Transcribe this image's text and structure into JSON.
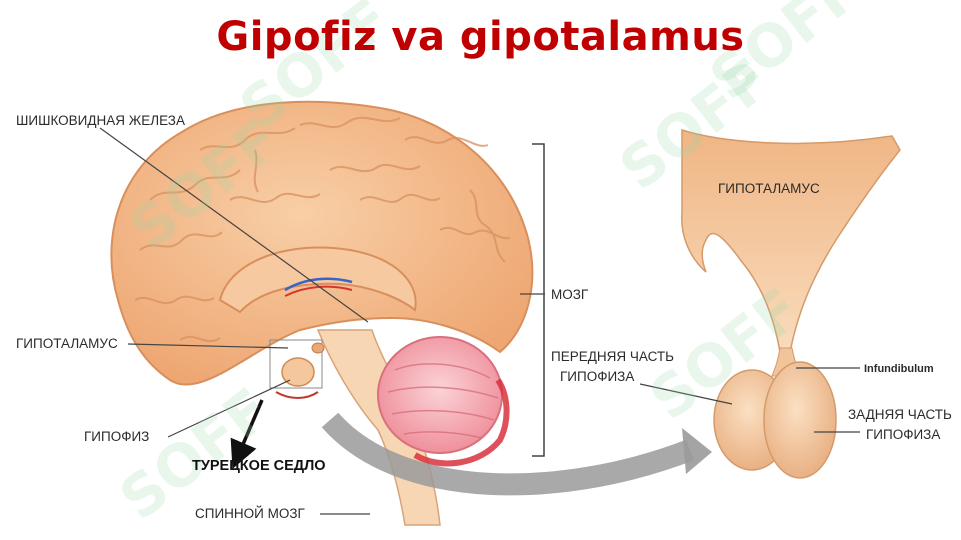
{
  "title": "Gipofiz va gipotalamus",
  "labels": {
    "pineal": "ШИШКОВИДНАЯ ЖЕЛЕЗА",
    "hypothalamus_left": "ГИПОТАЛАМУС",
    "pituitary": "ГИПОФИЗ",
    "sella": "ТУРЕЦКОЕ СЕДЛО",
    "spinal_cord": "СПИННОЙ МОЗГ",
    "brain": "МОЗГ",
    "anterior_1": "ПЕРЕДНЯЯ ЧАСТЬ",
    "anterior_2": "ГИПОФИЗА",
    "hypothalamus_right": "ГИПОТАЛАМУС",
    "infundibulum": "Infundibulum",
    "posterior_1": "ЗАДНЯЯ ЧАСТЬ",
    "posterior_2": "ГИПОФИЗА"
  },
  "watermark": "SOFF",
  "colors": {
    "title": "#c00000",
    "brain": "#f2b98a",
    "brain_outline": "#d98f5c",
    "cerebellum": "#f4a4ad",
    "watermark": "#96d7aa",
    "arrow": "#9a9a9a"
  }
}
